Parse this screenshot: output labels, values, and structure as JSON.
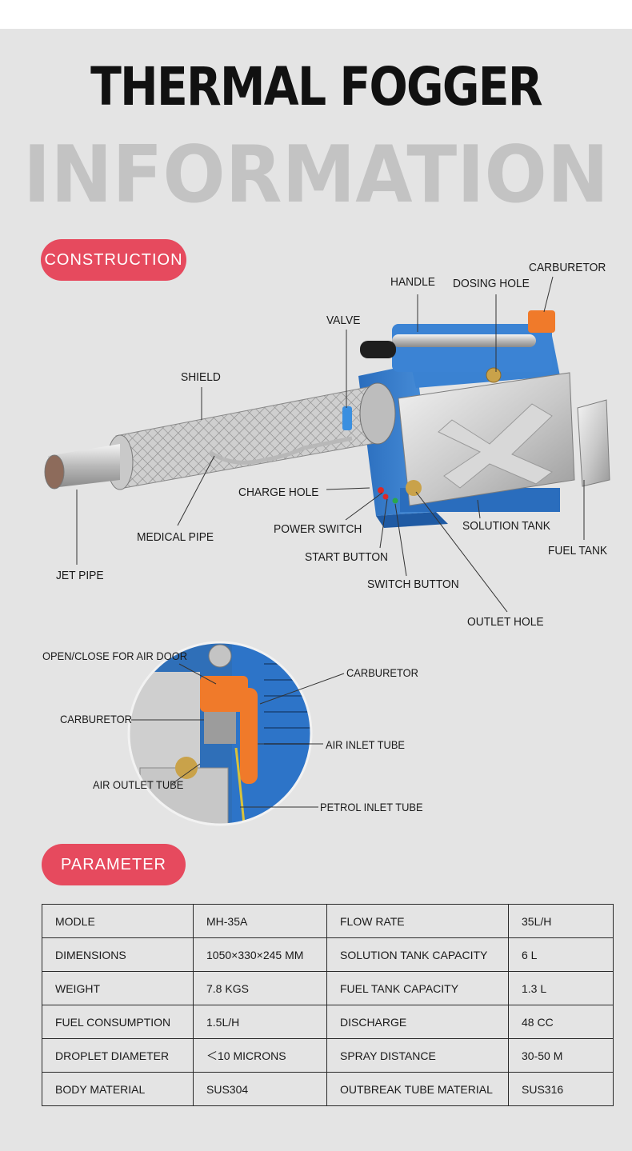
{
  "title": "THERMAL FOGGER",
  "watermark": "INFORMATION",
  "sections": {
    "construction": "CONSTRUCTION",
    "parameter": "PARAMETER"
  },
  "construction_labels": {
    "carburetor": "CARBURETOR",
    "handle": "HANDLE",
    "dosing_hole": "DOSING HOLE",
    "valve": "VALVE",
    "shield": "SHIELD",
    "charge_hole": "CHARGE HOLE",
    "power_switch": "POWER SWITCH",
    "start_button": "START BUTTON",
    "switch_button": "SWITCH BUTTON",
    "solution_tank": "SOLUTION TANK",
    "fuel_tank": "FUEL TANK",
    "outlet_hole": "OUTLET HOLE",
    "medical_pipe": "MEDICAL PIPE",
    "jet_pipe": "JET PIPE"
  },
  "detail_labels": {
    "air_door": "OPEN/CLOSE FOR AIR DOOR",
    "carburetor_left": "CARBURETOR",
    "carburetor_right": "CARBURETOR",
    "air_inlet_tube": "AIR INLET TUBE",
    "air_outlet_tube": "AIR OUTLET TUBE",
    "petrol_inlet_tube": "PETROL INLET TUBE"
  },
  "parameters": [
    [
      "MODLE",
      "MH-35A",
      "FLOW RATE",
      "35L/H"
    ],
    [
      "DIMENSIONS",
      "1050×330×245 MM",
      "SOLUTION TANK  CAPACITY",
      "6 L"
    ],
    [
      "WEIGHT",
      "7.8 KGS",
      "FUEL TANK CAPACITY",
      "1.3 L"
    ],
    [
      "FUEL CONSUMPTION",
      "1.5L/H",
      "DISCHARGE",
      "48 CC"
    ],
    [
      "DROPLET DIAMETER",
      "＜10 MICRONS",
      "SPRAY DISTANCE",
      "30-50 M"
    ],
    [
      "BODY MATERIAL",
      "SUS304",
      "OUTBREAK TUBE MATERIAL",
      "SUS316"
    ]
  ],
  "colors": {
    "accent": "#e64a5e",
    "background": "#e4e4e4",
    "machine_body": "#2f78c8",
    "carburetor": "#f07a2a"
  }
}
